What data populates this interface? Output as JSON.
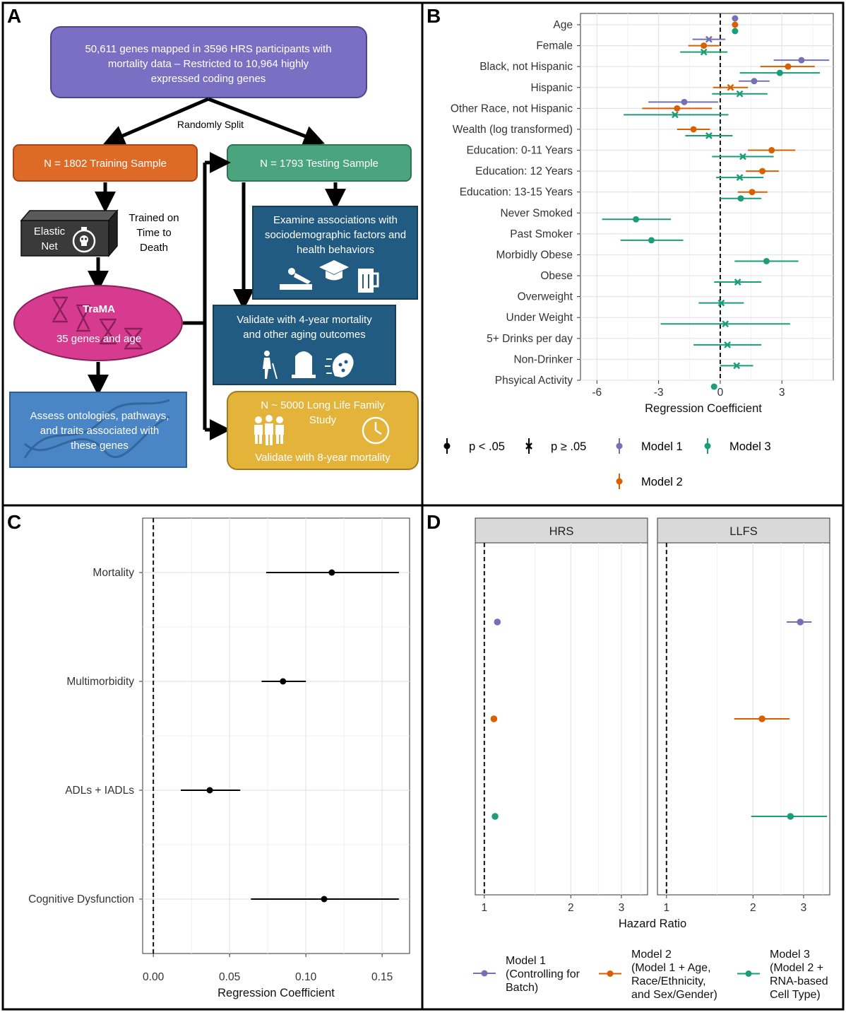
{
  "panels": {
    "a_label": "A",
    "b_label": "B",
    "c_label": "C",
    "d_label": "D"
  },
  "colors": {
    "model1": "#7570b3",
    "model2": "#d95f02",
    "model3": "#1b9e77",
    "purple_box": "#7b6fc4",
    "orange_box": "#dd6a26",
    "green_box": "#4aa57f",
    "navy_box": "#225b82",
    "pink_ellipse": "#d63b8f",
    "blue_box": "#4a86c5",
    "yellow_box": "#e4b33a",
    "dark_box": "#3a3a3a"
  },
  "flowchart": {
    "top_box": "50,611 genes mapped in 3596 HRS participants with mortality data – Restricted to 10,964 highly expressed coding genes",
    "split_label": "Randomly Split",
    "training": "N = 1802 Training Sample",
    "testing": "N = 1793 Testing Sample",
    "elastic_net": "Elastic Net",
    "trained_on": "Trained on Time to Death",
    "trama_title": "TraMA",
    "trama_sub": "35 genes and age",
    "examine": "Examine associations with sociodemographic factors and health behaviors",
    "validate4": "Validate with 4-year mortality and other aging outcomes",
    "assess": "Assess ontologies, pathways, and traits associated with these genes",
    "llfs_box_title": "N ~ 5000 Long Life Family Study",
    "llfs_box_sub": "Validate with 8-year mortality",
    "icons": [
      "stopwatch-skull-icon",
      "hourglass-icon",
      "bed-icon",
      "graduation-cap-icon",
      "beer-mug-icon",
      "walker-person-icon",
      "tombstone-icon",
      "brain-icon",
      "family-icon",
      "clock-icon",
      "dna-icon"
    ]
  },
  "chart_data": [
    {
      "panel": "B",
      "type": "scatter",
      "subtype": "forest",
      "xlabel": "Regression Coefficient",
      "xlim": [
        -6.8,
        5.5
      ],
      "xticks": [
        -6,
        -3,
        0,
        3
      ],
      "reference_line": 0,
      "grid": true,
      "categories": [
        "Age",
        "Female",
        "Black, not Hispanic",
        "Hispanic",
        "Other Race, not Hispanic",
        "Wealth (log transformed)",
        "Education: 0-11 Years",
        "Education: 12 Years",
        "Education: 13-15 Years",
        "Never Smoked",
        "Past Smoker",
        "Morbidly Obese",
        "Obese",
        "Overweight",
        "Under Weight",
        "5+ Drinks per day",
        "Non-Drinker",
        "Phsyical Activity"
      ],
      "series": [
        {
          "name": "Model 1",
          "points": [
            {
              "category": "Age",
              "est": 0.72,
              "lo": 0.66,
              "hi": 0.78,
              "sig": true
            },
            {
              "category": "Female",
              "est": -0.55,
              "lo": -1.35,
              "hi": 0.25,
              "sig": false
            },
            {
              "category": "Black, not Hispanic",
              "est": 3.95,
              "lo": 2.6,
              "hi": 5.3,
              "sig": true
            },
            {
              "category": "Hispanic",
              "est": 1.65,
              "lo": 0.9,
              "hi": 2.4,
              "sig": true
            },
            {
              "category": "Other Race, not Hispanic",
              "est": -1.75,
              "lo": -3.5,
              "hi": -0.1,
              "sig": true
            }
          ]
        },
        {
          "name": "Model 2",
          "points": [
            {
              "category": "Age",
              "est": 0.72,
              "lo": 0.66,
              "hi": 0.78,
              "sig": true
            },
            {
              "category": "Female",
              "est": -0.8,
              "lo": -1.55,
              "hi": -0.05,
              "sig": true
            },
            {
              "category": "Black, not Hispanic",
              "est": 3.3,
              "lo": 1.95,
              "hi": 4.6,
              "sig": true
            },
            {
              "category": "Hispanic",
              "est": 0.5,
              "lo": -0.35,
              "hi": 1.35,
              "sig": false
            },
            {
              "category": "Other Race, not Hispanic",
              "est": -2.1,
              "lo": -3.8,
              "hi": -0.4,
              "sig": true
            },
            {
              "category": "Wealth (log transformed)",
              "est": -1.3,
              "lo": -2.1,
              "hi": -0.5,
              "sig": true
            },
            {
              "category": "Education: 0-11 Years",
              "est": 2.5,
              "lo": 1.35,
              "hi": 3.65,
              "sig": true
            },
            {
              "category": "Education: 12 Years",
              "est": 2.05,
              "lo": 1.25,
              "hi": 2.85,
              "sig": true
            },
            {
              "category": "Education: 13-15 Years",
              "est": 1.55,
              "lo": 0.85,
              "hi": 2.3,
              "sig": true
            }
          ]
        },
        {
          "name": "Model 3",
          "points": [
            {
              "category": "Age",
              "est": 0.72,
              "lo": 0.66,
              "hi": 0.78,
              "sig": true
            },
            {
              "category": "Female",
              "est": -0.8,
              "lo": -1.95,
              "hi": 0.35,
              "sig": false
            },
            {
              "category": "Black, not Hispanic",
              "est": 2.9,
              "lo": 0.95,
              "hi": 4.85,
              "sig": true
            },
            {
              "category": "Hispanic",
              "est": 0.95,
              "lo": -0.4,
              "hi": 2.3,
              "sig": false
            },
            {
              "category": "Other Race, not Hispanic",
              "est": -2.2,
              "lo": -4.7,
              "hi": 0.4,
              "sig": false
            },
            {
              "category": "Wealth (log transformed)",
              "est": -0.55,
              "lo": -1.7,
              "hi": 0.6,
              "sig": false
            },
            {
              "category": "Education: 0-11 Years",
              "est": 1.1,
              "lo": -0.4,
              "hi": 2.6,
              "sig": false
            },
            {
              "category": "Education: 12 Years",
              "est": 0.95,
              "lo": -0.2,
              "hi": 2.1,
              "sig": false
            },
            {
              "category": "Education: 13-15 Years",
              "est": 1.0,
              "lo": 0.0,
              "hi": 2.0,
              "sig": true
            },
            {
              "category": "Never Smoked",
              "est": -4.1,
              "lo": -5.75,
              "hi": -2.4,
              "sig": true
            },
            {
              "category": "Past Smoker",
              "est": -3.35,
              "lo": -4.85,
              "hi": -1.8,
              "sig": true
            },
            {
              "category": "Morbidly Obese",
              "est": 2.25,
              "lo": 0.7,
              "hi": 3.8,
              "sig": true
            },
            {
              "category": "Obese",
              "est": 0.85,
              "lo": -0.3,
              "hi": 2.0,
              "sig": false
            },
            {
              "category": "Overweight",
              "est": 0.05,
              "lo": -1.05,
              "hi": 1.15,
              "sig": false
            },
            {
              "category": "Under Weight",
              "est": 0.25,
              "lo": -2.9,
              "hi": 3.4,
              "sig": false
            },
            {
              "category": "5+ Drinks per day",
              "est": 0.35,
              "lo": -1.3,
              "hi": 2.0,
              "sig": false
            },
            {
              "category": "Non-Drinker",
              "est": 0.8,
              "lo": 0.0,
              "hi": 1.6,
              "sig": false
            },
            {
              "category": "Phsyical Activity",
              "est": -0.3,
              "lo": -0.36,
              "hi": -0.24,
              "sig": true
            }
          ]
        }
      ]
    },
    {
      "panel": "C",
      "type": "scatter",
      "subtype": "forest",
      "xlabel": "Regression Coefficient",
      "xlim": [
        -0.007,
        0.168
      ],
      "xticks": [
        0.0,
        0.05,
        0.1,
        0.15
      ],
      "xticklabels": [
        "0.00",
        "0.05",
        "0.10",
        "0.15"
      ],
      "reference_line": 0,
      "grid": true,
      "categories": [
        "Mortality",
        "Multimorbidity",
        "ADLs + IADLs",
        "Cognitive Dysfunction"
      ],
      "points": [
        {
          "category": "Mortality",
          "est": 0.117,
          "lo": 0.074,
          "hi": 0.161
        },
        {
          "category": "Multimorbidity",
          "est": 0.085,
          "lo": 0.071,
          "hi": 0.1
        },
        {
          "category": "ADLs + IADLs",
          "est": 0.037,
          "lo": 0.018,
          "hi": 0.057
        },
        {
          "category": "Cognitive Dysfunction",
          "est": 0.112,
          "lo": 0.064,
          "hi": 0.161
        }
      ]
    },
    {
      "panel": "D",
      "type": "scatter",
      "subtype": "forest",
      "xlabel": "Hazard Ratio",
      "xscale": "log",
      "xlim": [
        0.93,
        3.7
      ],
      "xticks": [
        1,
        2,
        3
      ],
      "reference_line": 1,
      "grid": true,
      "facets": [
        {
          "label": "HRS",
          "points": [
            {
              "series": "Model 1",
              "est": 1.11,
              "lo": 1.1,
              "hi": 1.12
            },
            {
              "series": "Model 2",
              "est": 1.08,
              "lo": 1.07,
              "hi": 1.09
            },
            {
              "series": "Model 3",
              "est": 1.09,
              "lo": 1.08,
              "hi": 1.1
            }
          ]
        },
        {
          "label": "LLFS",
          "points": [
            {
              "series": "Model 1",
              "est": 2.92,
              "lo": 2.62,
              "hi": 3.2
            },
            {
              "series": "Model 2",
              "est": 2.15,
              "lo": 1.72,
              "hi": 2.68
            },
            {
              "series": "Model 3",
              "est": 2.7,
              "lo": 1.97,
              "hi": 3.62
            }
          ]
        }
      ]
    }
  ],
  "legend_b": {
    "sig_label": "p < .05",
    "nonsig_label": "p ≥ .05",
    "model1": "Model 1",
    "model2": "Model 2",
    "model3": "Model 3"
  },
  "legend_d": {
    "model1_lines": [
      "Model 1",
      "(Controlling for",
      "Batch)"
    ],
    "model2_lines": [
      "Model 2",
      "(Model 1 + Age,",
      "Race/Ethnicity,",
      "and Sex/Gender)"
    ],
    "model3_lines": [
      "Model 3",
      "(Model 2 +",
      "RNA-based",
      "Cell Type)"
    ]
  }
}
